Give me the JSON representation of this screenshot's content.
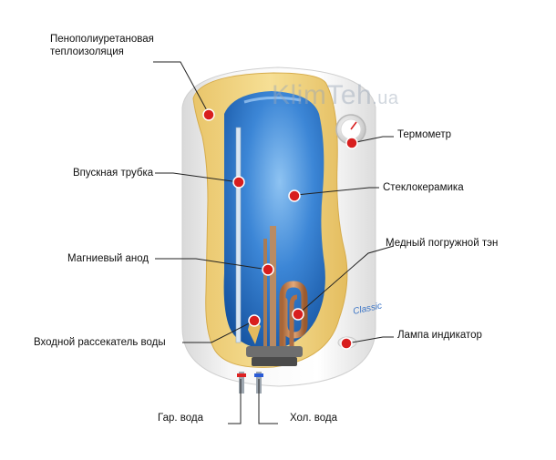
{
  "watermark": {
    "main": "KlimTeh",
    "suffix": ".ua"
  },
  "labels": {
    "insulation_line1": "Пенополиуретановая",
    "insulation_line2": "теплоизоляция",
    "inlet_tube": "Впускная трубка",
    "magnesium_anode": "Магниевый анод",
    "inlet_diffuser": "Входной рассекатель воды",
    "thermometer": "Термометр",
    "glass_ceramic": "Стеклокерамика",
    "copper_heater": "Медный погружной тэн",
    "indicator_lamp": "Лампа индикатор",
    "hot_water": "Гар. вода",
    "cold_water": "Хол. вода"
  },
  "badge_text": "Classic",
  "colors": {
    "marker": "#d81e1e",
    "insulation": "#f1d98a",
    "tank_blue": "#2f74c9",
    "body": "#f4f4f4",
    "copper": "#c98655"
  }
}
